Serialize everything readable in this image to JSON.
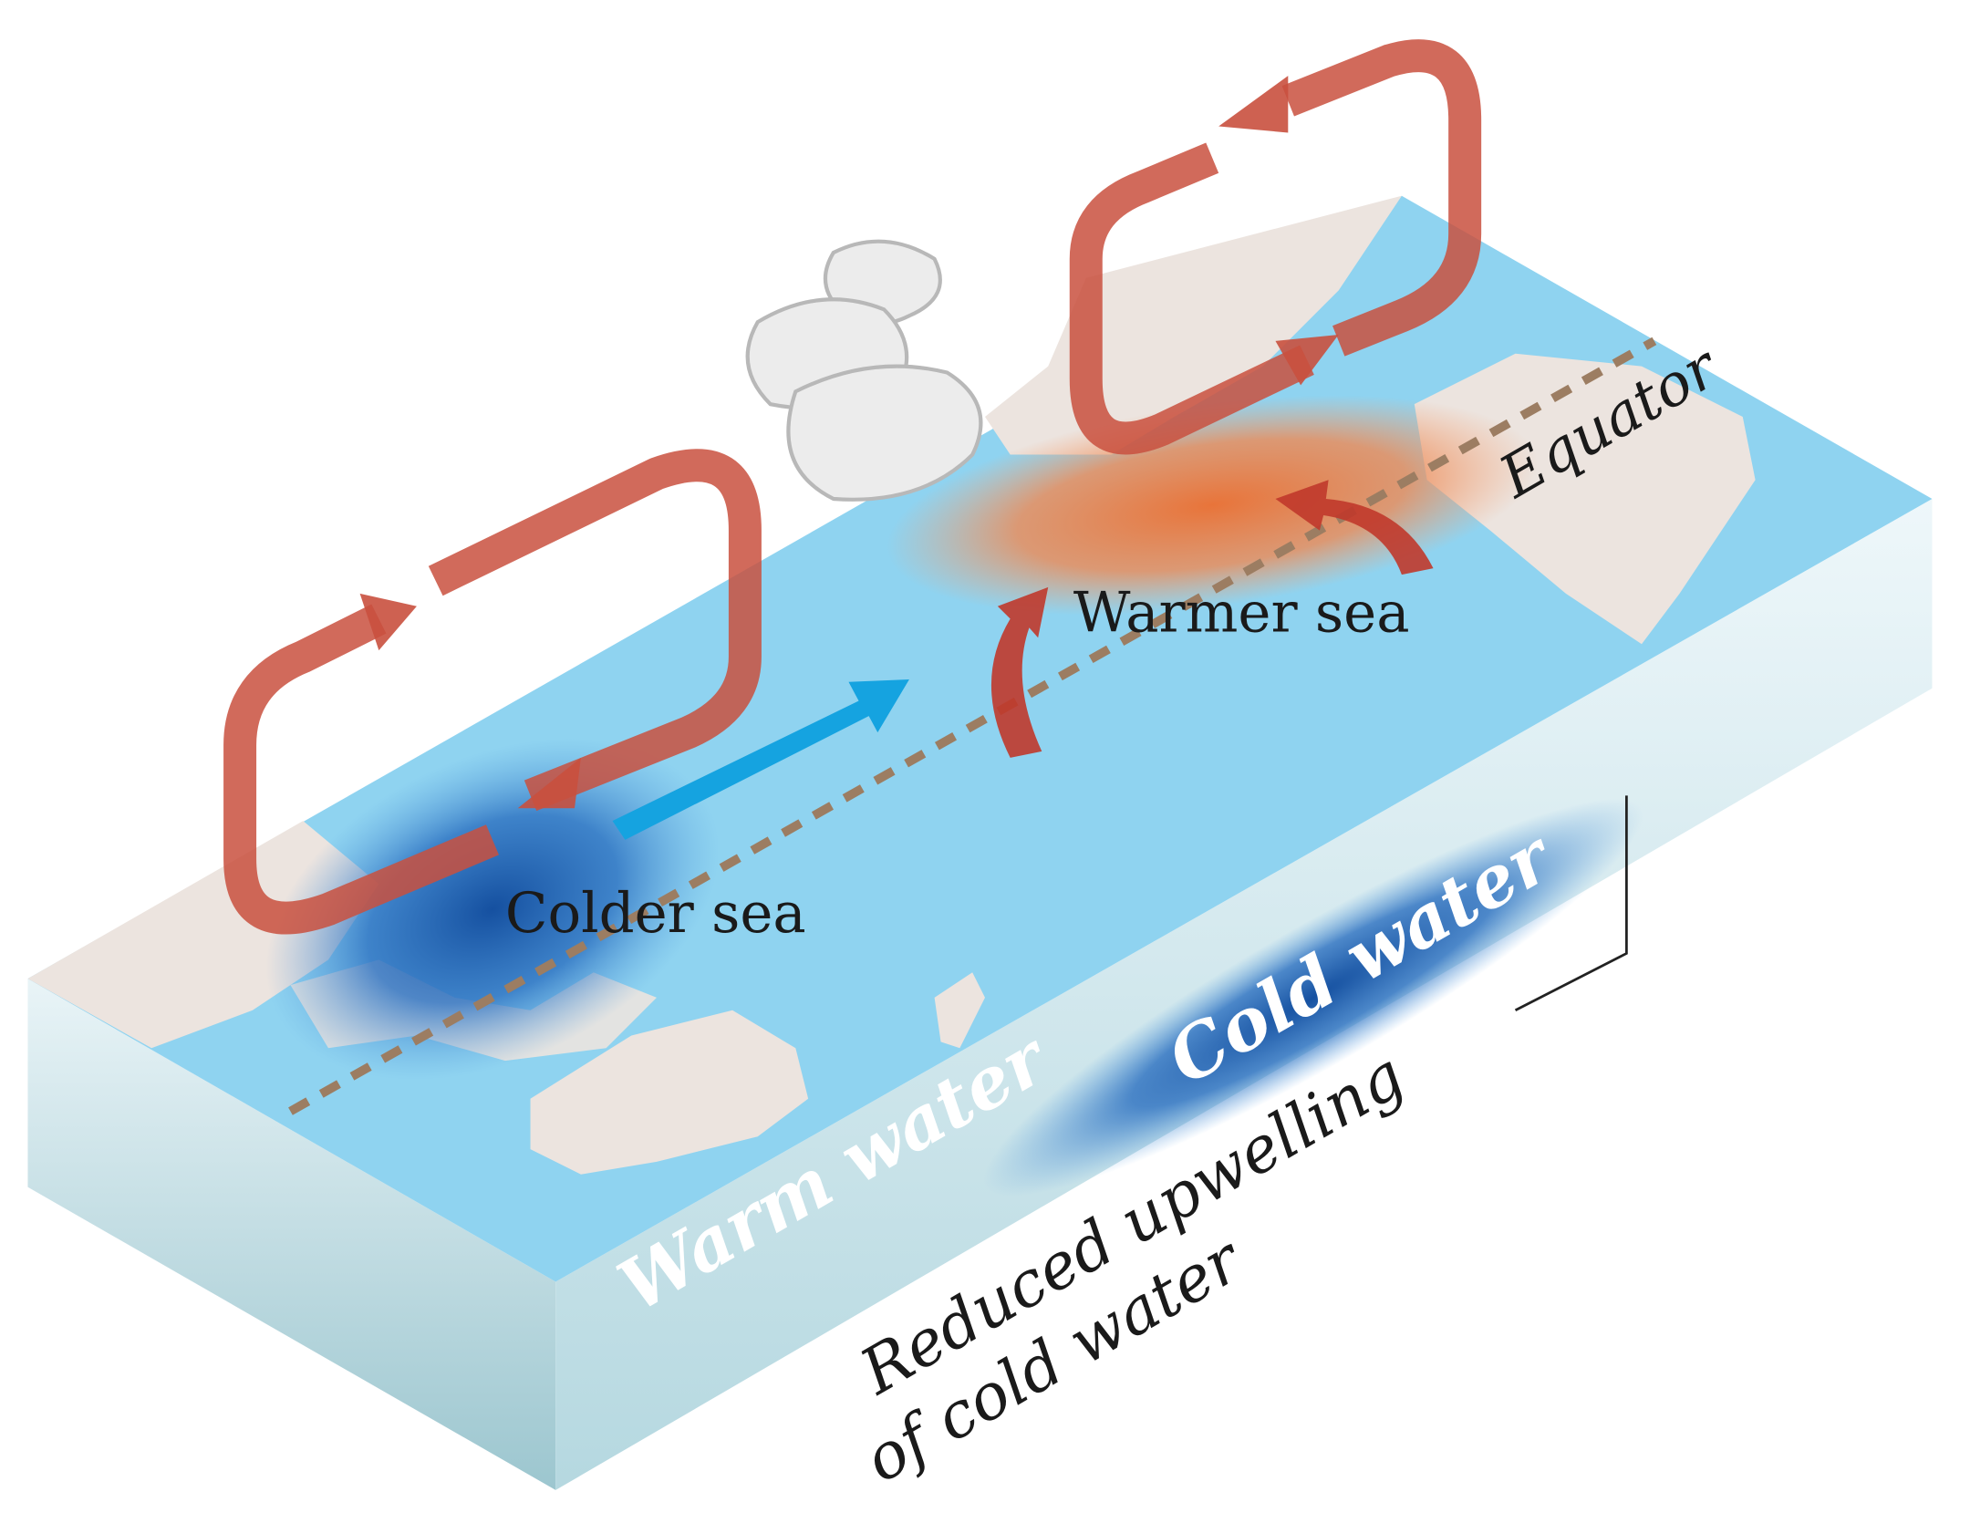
{
  "labels": {
    "equator": "Equator",
    "warmer_sea": "Warmer sea",
    "colder_sea": "Colder sea",
    "cold_water": "Cold water",
    "warm_water": "Warm water",
    "upwelling_line1": "Reduced upwelling",
    "upwelling_line2": "of cold water"
  },
  "colors": {
    "ocean": "#8fd3f0",
    "land": "#ece4df",
    "warm_anomaly": "#e8743a",
    "cold_anomaly": "#1f5fae",
    "circulation_arrow": "#c9503e",
    "wind_arrow": "#15a3e0",
    "side_face": "#cde6ee"
  }
}
